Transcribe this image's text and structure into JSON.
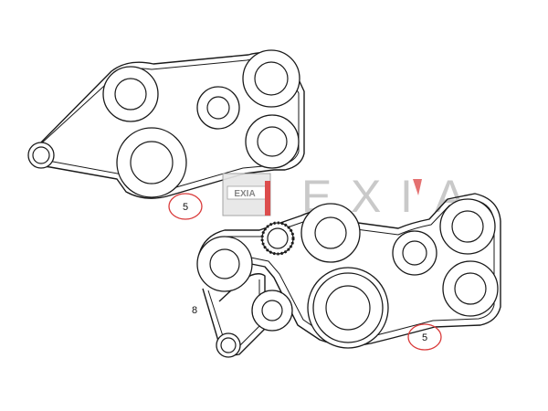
{
  "watermark": {
    "logo_text": "EXIA",
    "letters": [
      "E",
      "X",
      "I",
      "A"
    ],
    "accent_color": "#d93a3a"
  },
  "callouts": {
    "top_belt_ref": "5",
    "bottom_belt_ref": "5",
    "bottom_assembly_label": "8"
  },
  "colors": {
    "line": "#1a1a1a",
    "callout_ring": "#d93a3a",
    "watermark": "#c4c4c4"
  }
}
